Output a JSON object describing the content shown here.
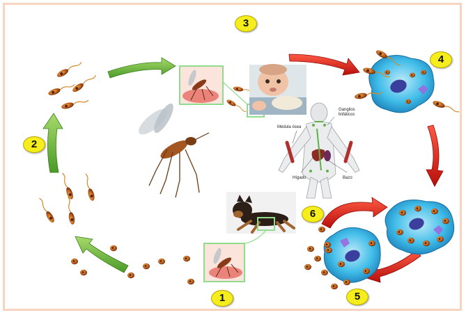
{
  "steps": [
    {
      "id": "1",
      "label": "1"
    },
    {
      "id": "2",
      "label": "2"
    },
    {
      "id": "3",
      "label": "3"
    },
    {
      "id": "4",
      "label": "4"
    },
    {
      "id": "5",
      "label": "5"
    },
    {
      "id": "6",
      "label": "6"
    }
  ],
  "anatomy_labels": {
    "ganglios": "Ganglios\nlinfáticos",
    "medula": "Médula ósea",
    "higado": "Hígado",
    "bazo": "Bazo"
  },
  "colors": {
    "green_arrow": "#6fb43c",
    "red_arrow": "#e3231f",
    "cell_blue": "#37b6e6",
    "nucleus": "#3a3f9e",
    "parasite": "#c8661a",
    "badge_fill": "#f5ee1c",
    "frame_border": "#f6d4c0",
    "inset_border": "#8fdc8f"
  },
  "icons": [
    "sandfly-icon",
    "infant-photo",
    "puppy-photo",
    "human-anatomy-figure",
    "macrophage-icon",
    "promastigote-icon",
    "amastigote-icon"
  ]
}
